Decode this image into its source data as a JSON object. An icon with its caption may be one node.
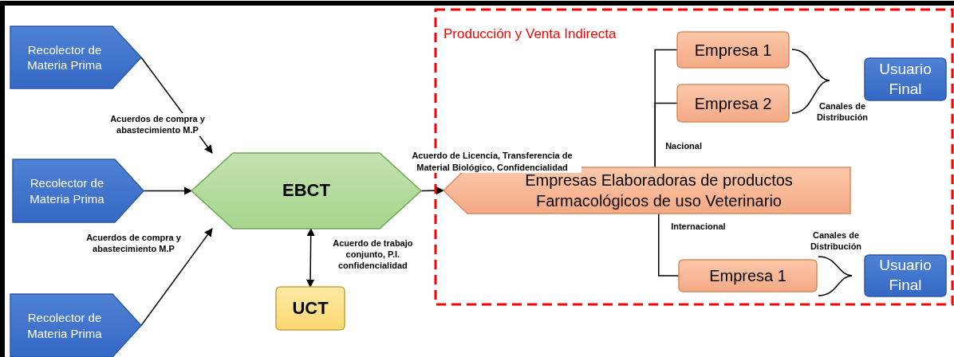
{
  "diagram": {
    "nodes": [
      {
        "text": [
          "Recolector de Materia Prima"
        ]
      },
      {
        "text": [
          "Recolector de Materia Prima"
        ]
      },
      {
        "text": [
          "Recolector de Materia Prima"
        ]
      },
      {
        "text": [
          "EBCT"
        ]
      },
      {
        "text": [
          "UCT"
        ]
      },
      {
        "text": [
          "Producción y Venta Indirecta"
        ]
      },
      {
        "text": [
          "Empresas Elaboradoras de productos Farmacológicos de uso Veterinario"
        ],
        "in": 5
      },
      {
        "text": [
          "Empresa 1"
        ],
        "in": 5
      },
      {
        "text": [
          "Empresa 2"
        ],
        "in": 5
      },
      {
        "text": [
          "Usuario Final"
        ],
        "in": 5
      },
      {
        "text": [
          "Empresa 1"
        ],
        "in": 5
      },
      {
        "text": [
          "Usuario Final"
        ],
        "in": 5
      }
    ],
    "edges": [
      {
        "from": 0,
        "to": 3,
        "arrow": "to",
        "label": "Acuerdos de compra y abastecimiento M.P"
      },
      {
        "from": 1,
        "to": 3,
        "arrow": "to"
      },
      {
        "from": 2,
        "to": 3,
        "arrow": "to",
        "label": "Acuerdos de compra y abastecimiento M.P"
      },
      {
        "from": 3,
        "to": 6,
        "arrow": "to",
        "label": "Acuerdo de Licencia, Transferencia de Material Biológico, Confidencialidad"
      },
      {
        "from": 3,
        "to": 4,
        "arrow": "both",
        "label": "Acuerdo de trabajo conjunto, P.I. confidencialidad"
      },
      {
        "from": 6,
        "to": 7,
        "arrow": "none",
        "label": "Nacional"
      },
      {
        "from": 6,
        "to": 8,
        "arrow": "none"
      },
      {
        "from": 6,
        "to": 10,
        "arrow": "none",
        "label": "Internacional"
      }
    ],
    "labels": [
      "Canales de Distribución",
      "Canales de Distribución"
    ]
  }
}
